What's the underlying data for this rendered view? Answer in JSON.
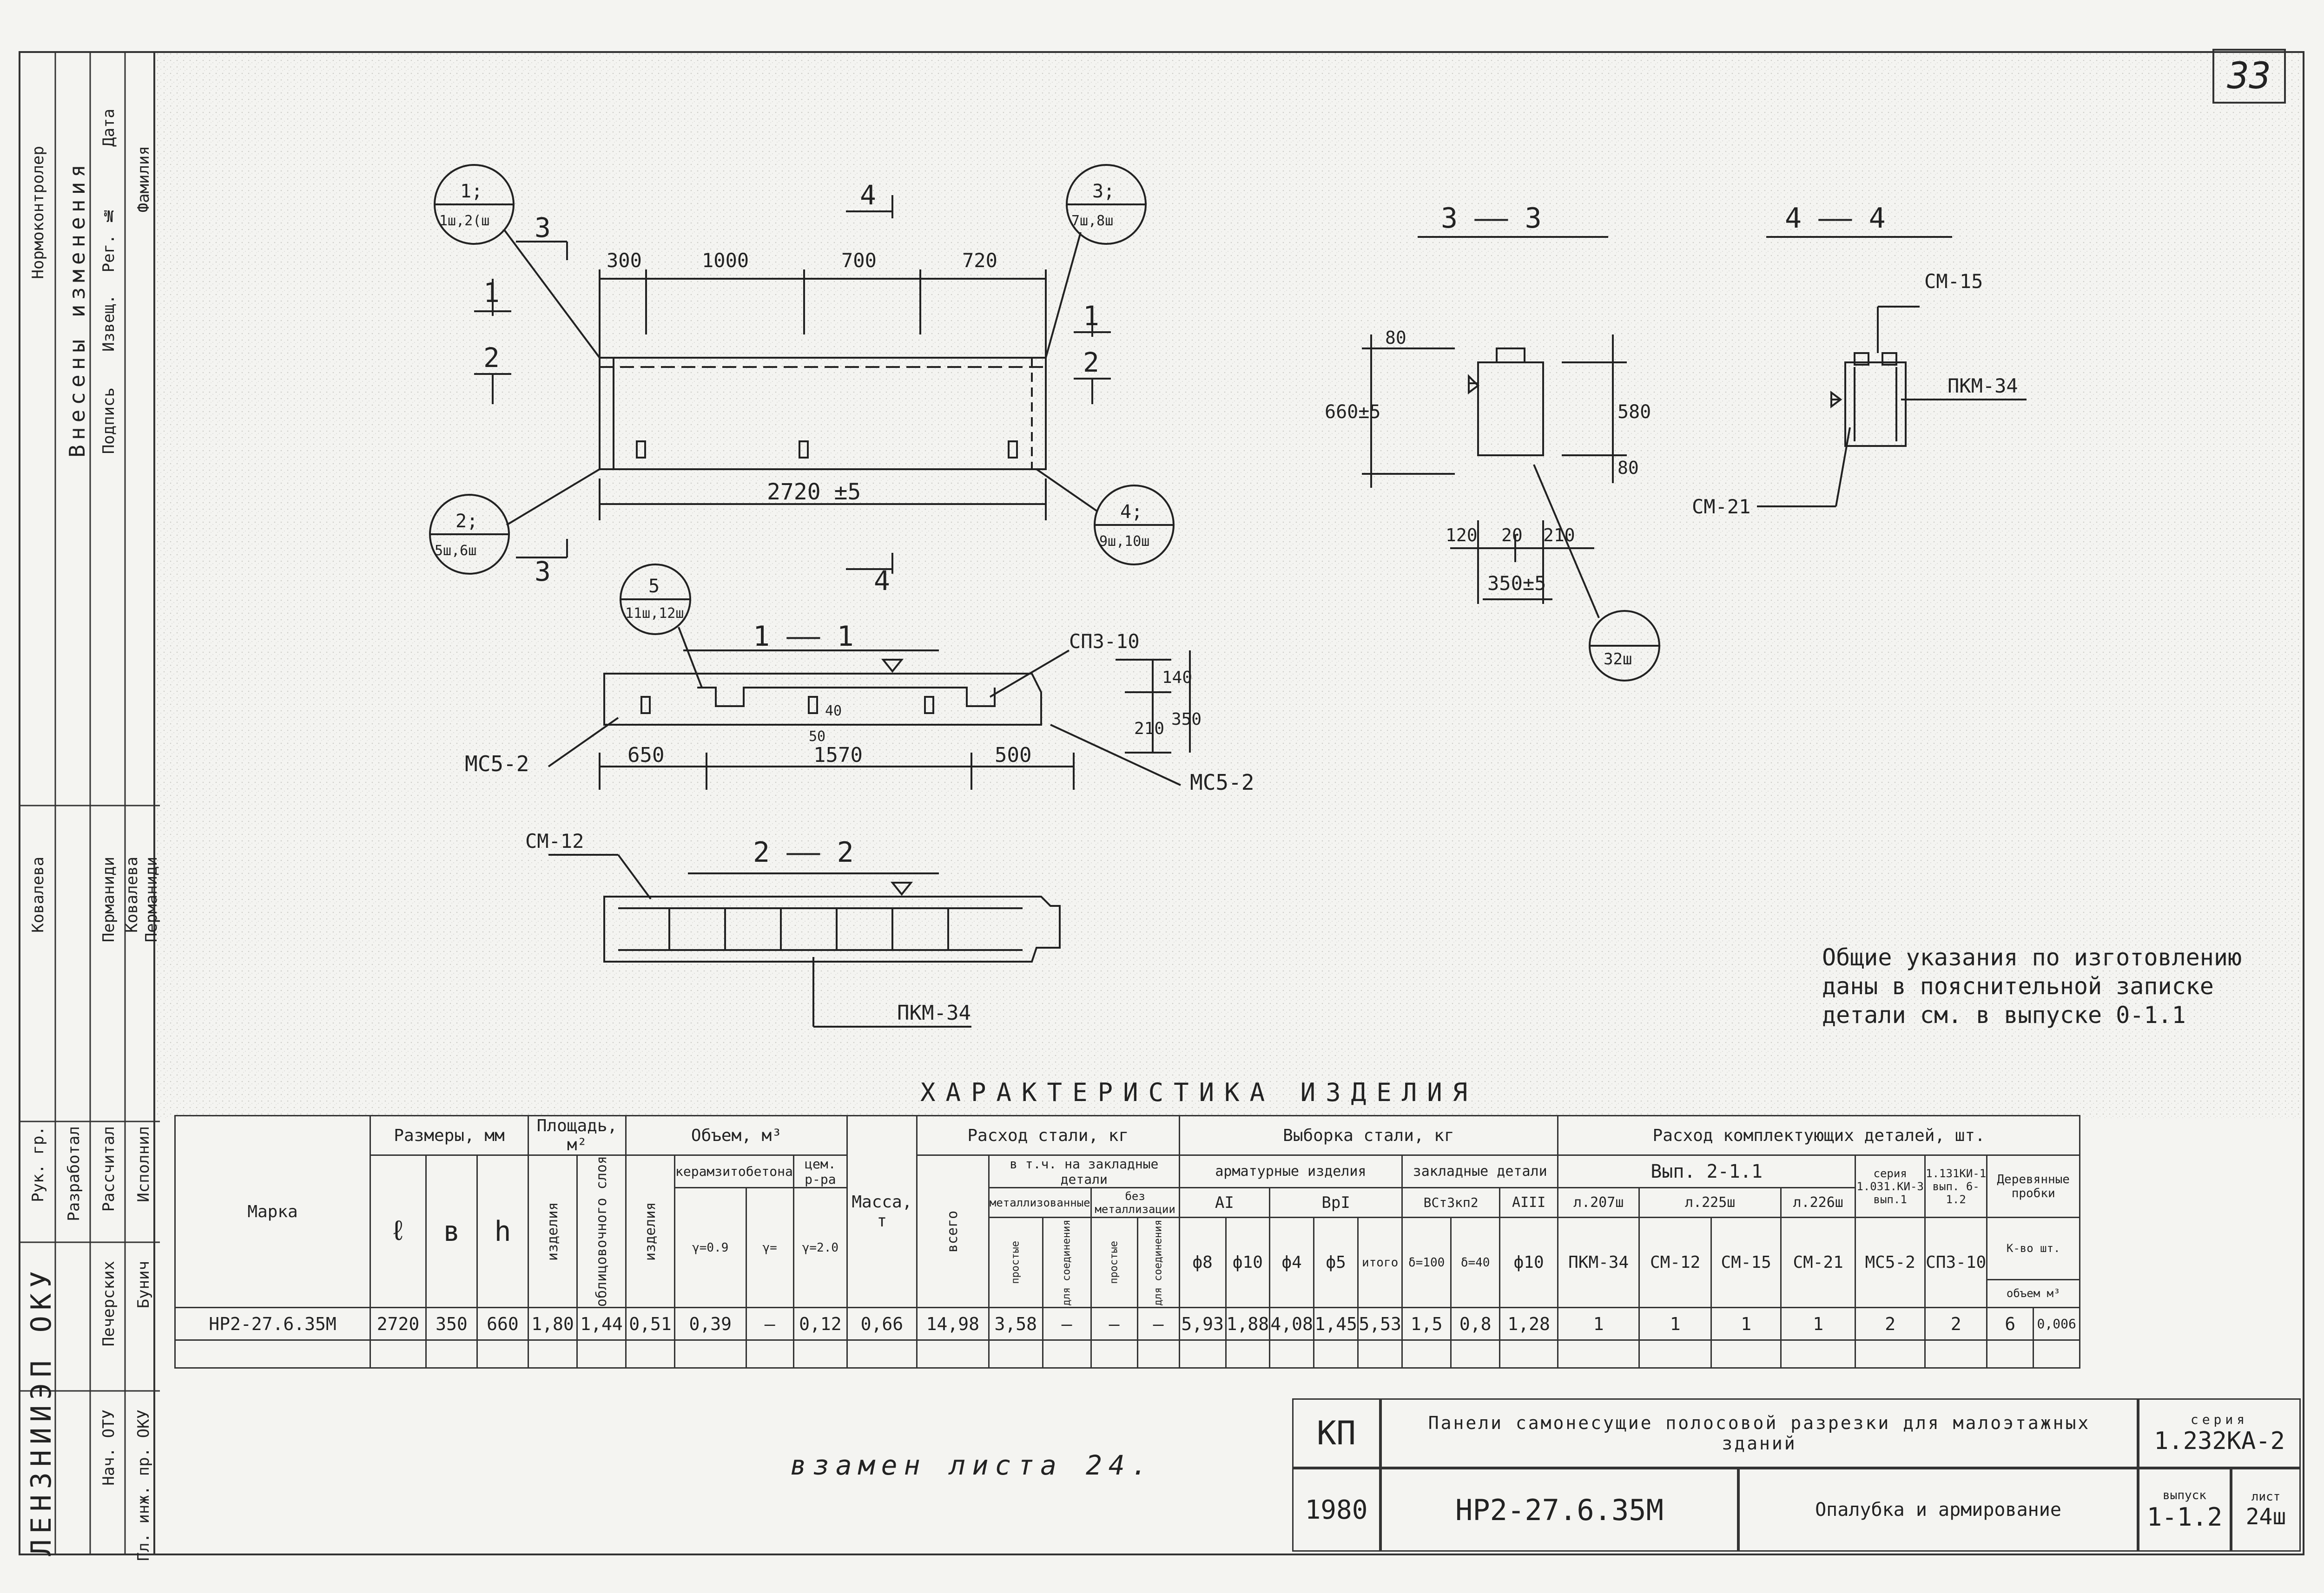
{
  "sheet_number": "33",
  "drawings": {
    "elevation_dims": [
      "300",
      "1000",
      "700",
      "720"
    ],
    "overall_length": "2720 ±5",
    "section_marks": {
      "s11": "1",
      "s12": "2",
      "s3a": "3",
      "s3b": "3",
      "s4a": "4",
      "s4b": "4"
    },
    "callouts": [
      {
        "num": "1;",
        "sub": "1ш,2(ш"
      },
      {
        "num": "3;",
        "sub": "7ш,8ш"
      },
      {
        "num": "2;",
        "sub": "5ш,6ш"
      },
      {
        "num": "4;",
        "sub": "9ш,10ш"
      },
      {
        "num": "5",
        "sub": "11ш,12ш"
      },
      {
        "num": "",
        "sub": "32ш"
      }
    ],
    "plan_title": "1 —— 1",
    "plan_labels": {
      "mcs_left": "МС5-2",
      "mcs_right": "МС5-2",
      "spz": "СПЗ-10",
      "dim_650": "650",
      "dim_1570": "1570",
      "dim_500": "500",
      "dim_50": "50",
      "dim_40": "40",
      "v140": "140",
      "v210": "210",
      "v350": "350"
    },
    "section22_title": "2 —— 2",
    "section22_labels": {
      "cm12": "СМ-12",
      "pkm": "ПКМ-34"
    },
    "section33_title": "3 —— 3",
    "section33_labels": {
      "d80a": "80",
      "d660": "660±5",
      "d580": "580",
      "d80b": "80",
      "d120": "120",
      "d20": "20",
      "d210": "210",
      "d350": "350±5"
    },
    "section44_title": "4 —— 4",
    "section44_labels": {
      "cm15": "СМ-15",
      "pkm34": "ПКМ-34",
      "cm21": "СМ-21"
    }
  },
  "notes": [
    "Общие указания по изготовлению",
    "даны в пояснительной записке",
    "детали см. в выпуске 0-1.1"
  ],
  "left_strip": {
    "col1": [
      "Нормоконтролер",
      "Внесены изменения"
    ],
    "col2": [
      "Дата",
      "Рег. №",
      "Извещ.",
      "Подпись",
      "Фамилия"
    ],
    "signers_roles": [
      "Рук. гр.",
      "Разработал",
      "Рассчитал",
      "Исполнил"
    ],
    "signers_names": [
      "Ковалева",
      "Перманиди",
      "Ковалева",
      "Перманиди"
    ],
    "org": "ЛЕНЗНИИЭП ОКУ",
    "bottom_names": [
      "Печерских",
      "Бунич"
    ],
    "bottom_roles": [
      "Нач. ОТУ",
      "Гл. инж. пр. ОКУ"
    ]
  },
  "table": {
    "title": "ХАРАКТЕРИСТИКА ИЗДЕЛИЯ",
    "h_marka": "Марка",
    "h_sizes": "Размеры, мм",
    "h_l": "ℓ",
    "h_b": "в",
    "h_h": "h",
    "h_area": "Площадь, м²",
    "h_area_a": "изделия",
    "h_area_b": "облицовочного слоя",
    "h_volume": "Объем, м³",
    "h_vol_a": "изделия",
    "h_vol_b": "керамзитобетона",
    "h_vol_c": "цем. р-ра",
    "h_vol_b1": "γ=0.9",
    "h_vol_b2": "γ=",
    "h_vol_c1": "γ=2.0",
    "h_mass": "Масса, т",
    "h_steel": "Расход стали, кг",
    "h_steel_all": "всего",
    "h_steel_incl": "в т.ч. на закладные детали",
    "h_steel_metal": "металлизованные",
    "h_steel_nometal": "без металлизации",
    "h_st_a": "простые",
    "h_st_b": "для соединения",
    "h_st_c": "простые",
    "h_st_d": "для соединения",
    "h_sample": "Выборка стали, кг",
    "h_armat": "арматурные изделия",
    "h_zakl": "закладные детали",
    "h_ai": "АI",
    "h_vpi": "ВрI",
    "h_vst": "ВСт3кп2",
    "h_aiii": "АIII",
    "h_d8": "ф8",
    "h_d10": "ф10",
    "h_d4": "ф4",
    "h_d5": "ф5",
    "h_itogo": "итого",
    "h_d100": "δ=100",
    "h_d40": "δ=40",
    "h_d10b": "ф10",
    "h_parts": "Расход комплектующих деталей, шт.",
    "h_vyp": "Вып. 2-1.1",
    "h_seria": "серия 1.031.КИ-3 вып.1",
    "h_seria2": "1.131КИ-1 вып. 6-1.2",
    "h_derev": "Деревянные пробки",
    "h_derev_a": "К-во шт.",
    "h_derev_b": "объем м³",
    "h_l207": "л.207ш",
    "h_l225": "л.225ш",
    "h_l226": "л.226ш",
    "h_pkm": "ПКМ-34",
    "h_cm12": "СМ-12",
    "h_cm15": "СМ-15",
    "h_cm21": "СМ-21",
    "h_mcs": "МС5-2",
    "h_spz": "СПЗ-10",
    "row": [
      "НР2-27.6.35М",
      "2720",
      "350",
      "660",
      "1,80",
      "1,44",
      "0,51",
      "0,39",
      "—",
      "0,12",
      "0,66",
      "14,98",
      "3,58",
      "—",
      "—",
      "—",
      "5,93",
      "1,88",
      "4,08",
      "1,45",
      "5,53",
      "1,5",
      "0,8",
      "1,28",
      "1",
      "1",
      "1",
      "1",
      "2",
      "2",
      "6",
      "0,006"
    ]
  },
  "stamp_note": "взамен листа 24.",
  "titleblock": {
    "kp": "КП",
    "year": "1980",
    "title": "Панели самонесущие полосовой разрезки для малоэтажных зданий",
    "mark": "НР2-27.6.35М",
    "subtitle": "Опалубка и армирование",
    "seria_label": "серия",
    "seria": "1.232КА-2",
    "vypusk_label": "выпуск",
    "vypusk": "1-1.2",
    "list_label": "лист",
    "list": "24ш"
  }
}
